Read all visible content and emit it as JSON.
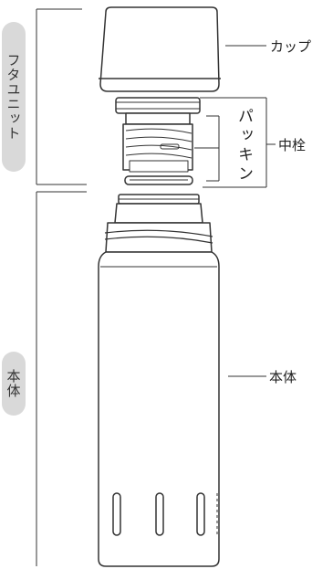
{
  "groups": {
    "lid_unit": "フタユニット",
    "body": "本体"
  },
  "labels": {
    "cup": "カップ",
    "stopper": "中栓",
    "gasket": "パッキン",
    "body": "本体"
  }
}
